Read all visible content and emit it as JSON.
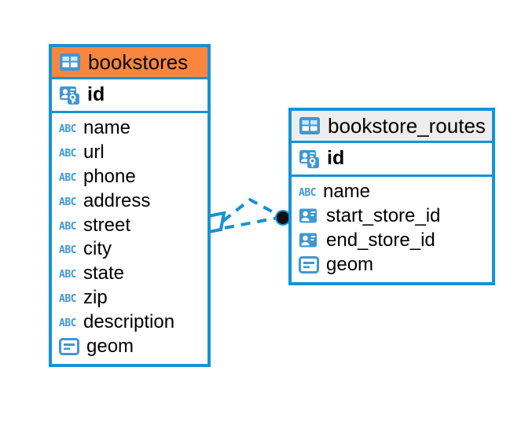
{
  "diagram": {
    "title": "bookstores / bookstore_routes entity relationship diagram",
    "background": "#ffffff",
    "accent_blue": "#1593d4",
    "header_orange": "#f9863f",
    "header_grey": "#ededed",
    "icon_blue": "#3f97d4",
    "endpoint_dark": "#111111"
  },
  "entities": [
    {
      "name": "bookstores",
      "header_icon": "table-icon",
      "header_style": "orange",
      "primary_key": {
        "label": "id",
        "icon": "primary-key-icon"
      },
      "attributes": [
        {
          "label": "name",
          "icon": "abc-text-icon",
          "type": "text"
        },
        {
          "label": "url",
          "icon": "abc-text-icon",
          "type": "text"
        },
        {
          "label": "phone",
          "icon": "abc-text-icon",
          "type": "text"
        },
        {
          "label": "address",
          "icon": "abc-text-icon",
          "type": "text"
        },
        {
          "label": "street",
          "icon": "abc-text-icon",
          "type": "text"
        },
        {
          "label": "city",
          "icon": "abc-text-icon",
          "type": "text"
        },
        {
          "label": "state",
          "icon": "abc-text-icon",
          "type": "text"
        },
        {
          "label": "zip",
          "icon": "abc-text-icon",
          "type": "text"
        },
        {
          "label": "description",
          "icon": "abc-text-icon",
          "type": "text"
        },
        {
          "label": "geom",
          "icon": "geometry-icon",
          "type": "geometry"
        }
      ]
    },
    {
      "name": "bookstore_routes",
      "header_icon": "table-icon",
      "header_style": "grey",
      "primary_key": {
        "label": "id",
        "icon": "primary-key-icon"
      },
      "attributes": [
        {
          "label": "name",
          "icon": "abc-text-icon",
          "type": "text"
        },
        {
          "label": "start_store_id",
          "icon": "foreign-key-icon",
          "type": "fk"
        },
        {
          "label": "end_store_id",
          "icon": "foreign-key-icon",
          "type": "fk"
        },
        {
          "label": "geom",
          "icon": "geometry-icon",
          "type": "geometry"
        }
      ]
    }
  ],
  "relationship": {
    "name": "bookstores-to-bookstore_routes",
    "style": "dashed",
    "color": "#1593d4",
    "source_marker": "diamond-marker",
    "target_marker": "filled-circle-marker"
  }
}
